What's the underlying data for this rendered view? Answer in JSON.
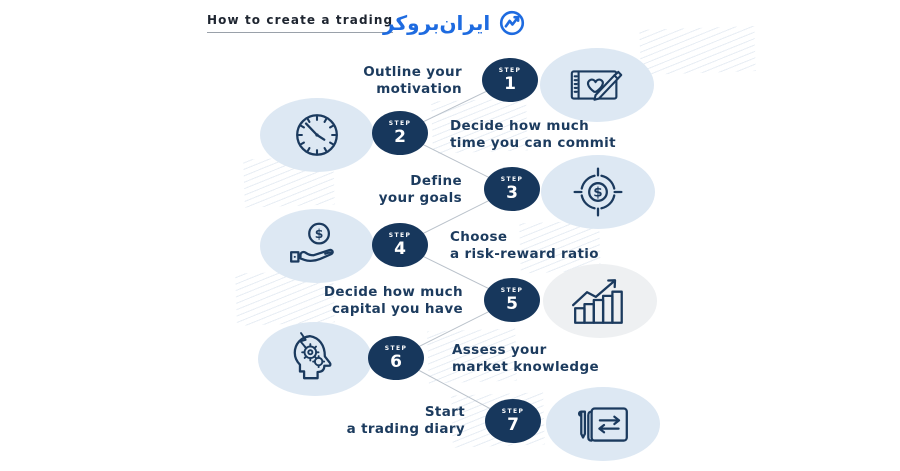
{
  "header": {
    "title": "How to create a trading",
    "brand_name": "ایران‌بروکر",
    "brand_icon": "pulse-circle-icon"
  },
  "colors": {
    "navy": "#17375c",
    "step_text_navy": "#1c3b5e",
    "bubble_blue": "#dde8f3",
    "bubble_gray": "#eef0f2",
    "brand_blue": "#1e6be0",
    "connector_gray": "#b9c1ca",
    "background": "#ffffff"
  },
  "glyphs": {
    "dollar": "$"
  },
  "steps": [
    {
      "step_label": "STEP",
      "number": "1",
      "lines": [
        "Outline your",
        "motivation"
      ],
      "icon": "tablet-heart-pencil-icon"
    },
    {
      "step_label": "STEP",
      "number": "2",
      "lines": [
        "Decide how much",
        "time you can commit"
      ],
      "icon": "clock-icon"
    },
    {
      "step_label": "STEP",
      "number": "3",
      "lines": [
        "Define",
        "your goals"
      ],
      "icon": "dollar-target-icon"
    },
    {
      "step_label": "STEP",
      "number": "4",
      "lines": [
        "Choose",
        "a risk-reward ratio"
      ],
      "icon": "hand-dollar-coin-icon"
    },
    {
      "step_label": "STEP",
      "number": "5",
      "lines": [
        "Decide how much",
        "capital you have"
      ],
      "icon": "growth-bars-arrow-icon"
    },
    {
      "step_label": "STEP",
      "number": "6",
      "lines": [
        "Assess your",
        "market knowledge"
      ],
      "icon": "head-gears-icon"
    },
    {
      "step_label": "STEP",
      "number": "7",
      "lines": [
        "Start",
        "a trading diary"
      ],
      "icon": "diary-sync-pen-icon"
    }
  ]
}
